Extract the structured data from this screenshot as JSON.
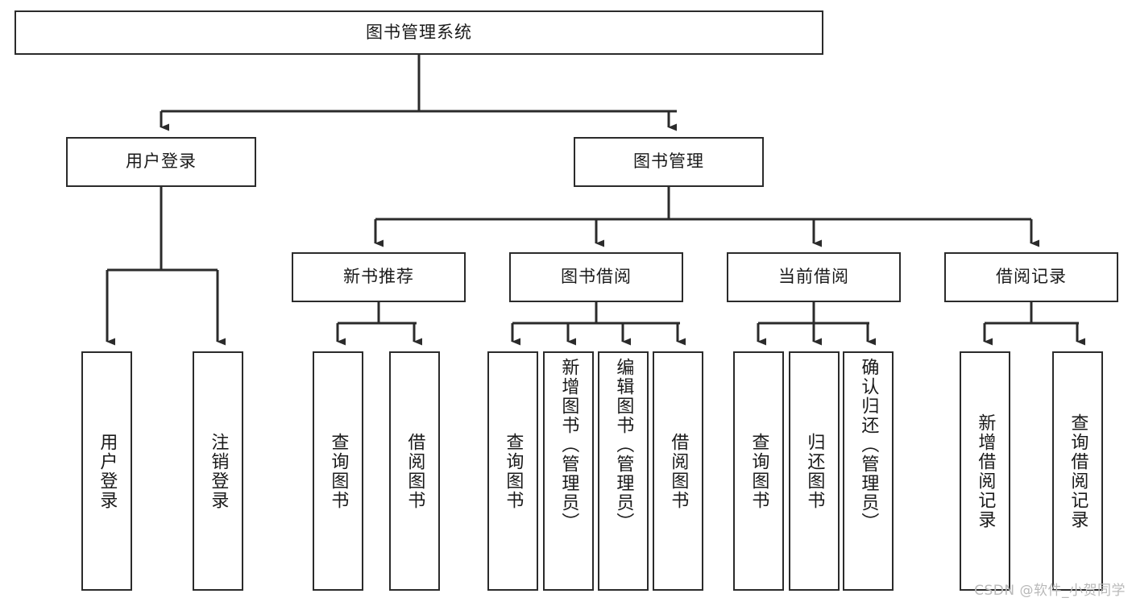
{
  "diagram": {
    "type": "tree-hierarchy-chart",
    "title": "图书管理系统",
    "orientation": "top-down",
    "colors": {
      "box_border": "#2b2b2b",
      "box_fill": "#ffffff",
      "edge": "#2b2b2b",
      "text": "#1a1a1a",
      "watermark": "#b9b9b9"
    },
    "root": {
      "id": "root",
      "label": "图书管理系统"
    },
    "level2": [
      {
        "id": "user-login",
        "label": "用户登录"
      },
      {
        "id": "book-management",
        "label": "图书管理"
      }
    ],
    "level3": [
      {
        "id": "new-book-recommend",
        "label": "新书推荐",
        "parent": "book-management"
      },
      {
        "id": "book-borrow",
        "label": "图书借阅",
        "parent": "book-management"
      },
      {
        "id": "current-borrow",
        "label": "当前借阅",
        "parent": "book-management"
      },
      {
        "id": "borrow-record",
        "label": "借阅记录",
        "parent": "book-management"
      }
    ],
    "leaves": {
      "user-login": [
        {
          "id": "leaf-user-login",
          "label": "用户登录"
        },
        {
          "id": "leaf-logout-login",
          "label": "注销登录"
        }
      ],
      "new-book-recommend": [
        {
          "id": "leaf-query-book-1",
          "label": "查询图书"
        },
        {
          "id": "leaf-borrow-book-1",
          "label": "借阅图书"
        }
      ],
      "book-borrow": [
        {
          "id": "leaf-query-book-2",
          "label": "查询图书"
        },
        {
          "id": "leaf-add-book",
          "label": "新增图书（管理员）"
        },
        {
          "id": "leaf-edit-book",
          "label": "编辑图书（管理员）"
        },
        {
          "id": "leaf-borrow-book-2",
          "label": "借阅图书"
        }
      ],
      "current-borrow": [
        {
          "id": "leaf-query-book-3",
          "label": "查询图书"
        },
        {
          "id": "leaf-return-book",
          "label": "归还图书"
        },
        {
          "id": "leaf-confirm-return",
          "label": "确认归还（管理员）"
        }
      ],
      "borrow-record": [
        {
          "id": "leaf-add-record",
          "label": "新增借阅记录"
        },
        {
          "id": "leaf-query-record",
          "label": "查询借阅记录"
        }
      ]
    }
  },
  "watermark": {
    "text": "CSDN @软件_小贺同学"
  }
}
